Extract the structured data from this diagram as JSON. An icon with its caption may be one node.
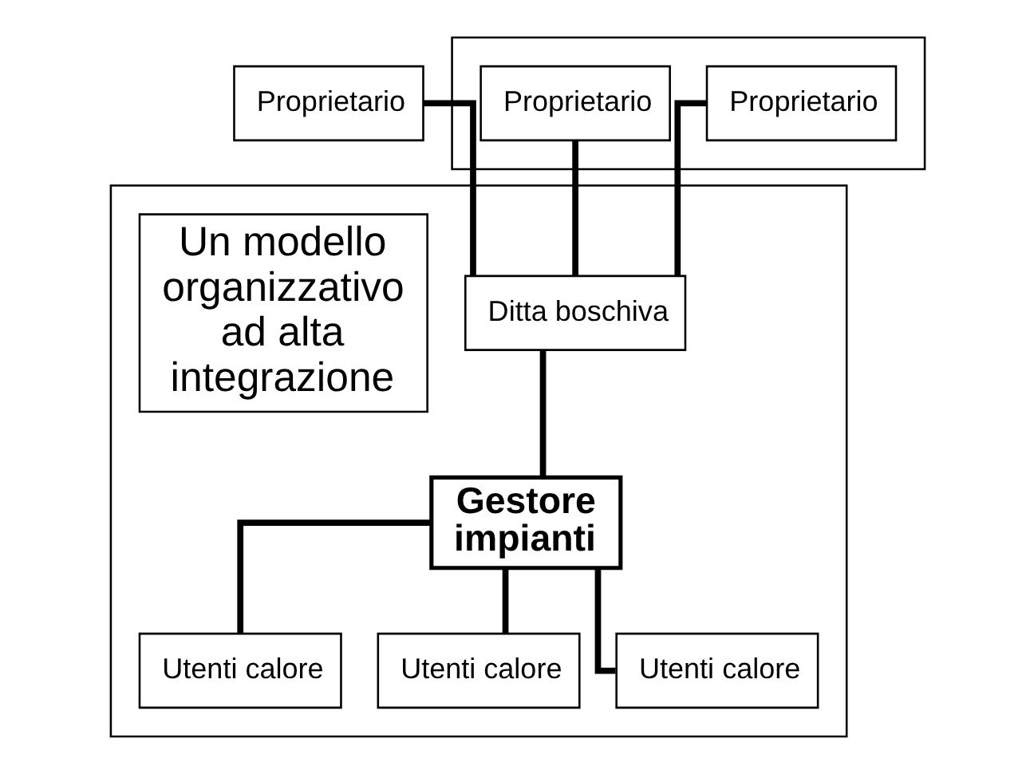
{
  "diagram": {
    "nodes": [
      {
        "text": [
          "Proprietario"
        ]
      },
      {
        "text": [],
        "shape": "box"
      },
      {
        "text": [
          "Proprietario"
        ],
        "in": 1
      },
      {
        "text": [
          "Proprietario"
        ],
        "in": 1
      },
      {
        "text": [],
        "shape": "box"
      },
      {
        "text": [
          "Ditta boschiva"
        ],
        "in": 4
      },
      {
        "text": [
          "Gestore impianti"
        ],
        "in": 4
      },
      {
        "text": [
          "Un modello organizzativo ad alta integrazione"
        ],
        "in": 4
      },
      {
        "text": [
          "Utenti calore"
        ],
        "in": 4
      },
      {
        "text": [
          "Utenti calore"
        ],
        "in": 4
      },
      {
        "text": [
          "Utenti calore"
        ],
        "in": 4
      }
    ],
    "edges": [
      {
        "from": 0,
        "to": 5,
        "arrow": "none"
      },
      {
        "from": 2,
        "to": 5,
        "arrow": "none"
      },
      {
        "from": 3,
        "to": 5,
        "arrow": "none"
      },
      {
        "from": 5,
        "to": 6,
        "arrow": "none"
      },
      {
        "from": 6,
        "to": 8,
        "arrow": "none"
      },
      {
        "from": 6,
        "to": 9,
        "arrow": "none"
      },
      {
        "from": 6,
        "to": 10,
        "arrow": "none"
      }
    ]
  }
}
